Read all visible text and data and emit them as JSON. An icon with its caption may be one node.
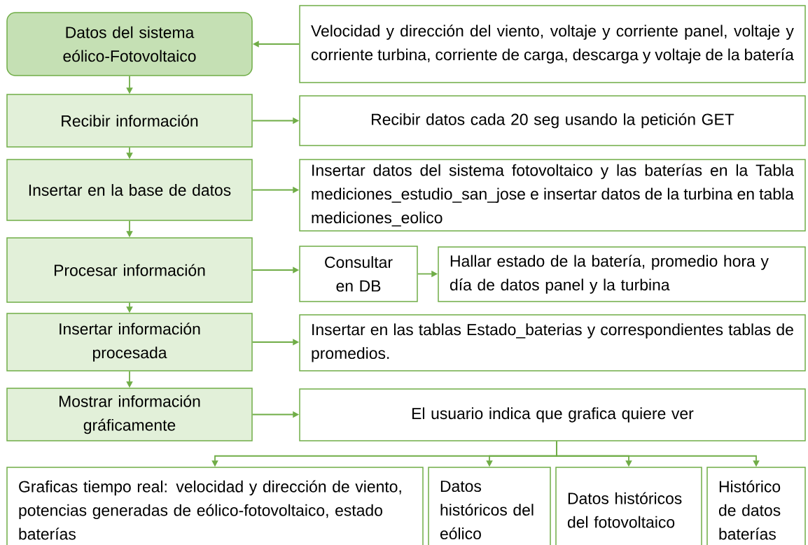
{
  "diagram": {
    "nodes": [
      {
        "text": [
          "Datos del sistema eólico-Fotovoltaico"
        ]
      },
      {
        "text": [
          "Velocidad y dirección del viento, voltaje y corriente panel, voltaje y corriente turbina, corriente de carga, descarga y voltaje de la batería"
        ]
      },
      {
        "text": [
          "Recibir información"
        ]
      },
      {
        "text": [
          "Recibir datos cada 20 seg usando la petición GET"
        ]
      },
      {
        "text": [
          "Insertar en la base de datos"
        ]
      },
      {
        "text": [
          "Insertar datos del sistema fotovoltaico y las baterías en la Tabla mediciones_estudio_san_jose e insertar datos de la turbina en tabla mediciones_eolico"
        ]
      },
      {
        "text": [
          "Procesar información"
        ]
      },
      {
        "text": [
          "Consultar en DB"
        ]
      },
      {
        "text": [
          "Hallar estado de la batería, promedio hora y día de datos panel y la turbina"
        ]
      },
      {
        "text": [
          "Insertar información procesada"
        ]
      },
      {
        "text": [
          "Insertar en las tablas Estado_baterias y correspondientes tablas de promedios."
        ]
      },
      {
        "text": [
          "Mostrar información gráficamente"
        ]
      },
      {
        "text": [
          "El usuario indica que grafica quiere ver"
        ]
      },
      {
        "text": [
          "Graficas tiempo real: velocidad y dirección de viento, potencias generadas de eólico-fotovoltaico, estado baterías"
        ]
      },
      {
        "text": [
          "Datos históricos del eólico"
        ]
      },
      {
        "text": [
          "Datos históricos del fotovoltaico"
        ]
      },
      {
        "text": [
          "Histórico de datos baterías"
        ]
      }
    ],
    "edges": [
      {
        "from": 1,
        "to": 0,
        "arrow": "to"
      },
      {
        "from": 0,
        "to": 2,
        "arrow": "to"
      },
      {
        "from": 2,
        "to": 3,
        "arrow": "to"
      },
      {
        "from": 2,
        "to": 4,
        "arrow": "to"
      },
      {
        "from": 4,
        "to": 5,
        "arrow": "to"
      },
      {
        "from": 4,
        "to": 6,
        "arrow": "to"
      },
      {
        "from": 6,
        "to": 7,
        "arrow": "to"
      },
      {
        "from": 7,
        "to": 8,
        "arrow": "to"
      },
      {
        "from": 6,
        "to": 9,
        "arrow": "to"
      },
      {
        "from": 9,
        "to": 10,
        "arrow": "to"
      },
      {
        "from": 9,
        "to": 11,
        "arrow": "to"
      },
      {
        "from": 11,
        "to": 12,
        "arrow": "to"
      },
      {
        "from": 12,
        "to": 13,
        "arrow": "to"
      },
      {
        "from": 12,
        "to": 14,
        "arrow": "to"
      },
      {
        "from": 12,
        "to": 15,
        "arrow": "to"
      },
      {
        "from": 12,
        "to": 16,
        "arrow": "to"
      }
    ]
  }
}
